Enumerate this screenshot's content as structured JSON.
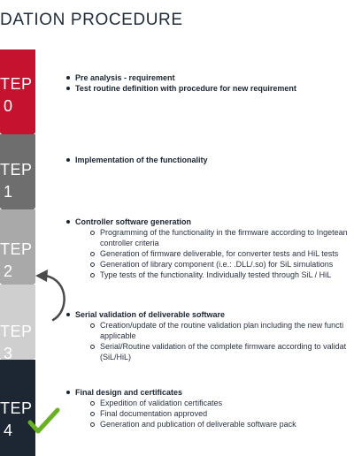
{
  "header": {
    "title": "DATION PROCEDURE"
  },
  "steps": [
    {
      "word": "TEP",
      "number": "0",
      "color": "#c4122f"
    },
    {
      "word": "TEP",
      "number": "1",
      "color": "#6e6e6e"
    },
    {
      "word": "TEP",
      "number": "2",
      "color": "#a9a9a9"
    },
    {
      "word": "TEP",
      "number": "3",
      "color": "#cfcfcf"
    },
    {
      "word": "TEP",
      "number": "4",
      "color": "#1d2633"
    }
  ],
  "blocks": [
    {
      "bullets": [
        {
          "text": "Pre analysis - requirement",
          "subs": []
        },
        {
          "text": "Test routine definition with procedure for new requirement",
          "subs": []
        }
      ]
    },
    {
      "bullets": [
        {
          "text": "Implementation of the functionality",
          "subs": []
        }
      ]
    },
    {
      "bullets": [
        {
          "text": "Controller software generation",
          "subs": [
            {
              "line1": "Programming of the functionality in the firmware according to Ingetean",
              "line2": "controller criteria"
            },
            {
              "line1": "Generation of firmware deliverable, for converter tests and HiL tests",
              "line2": ""
            },
            {
              "line1": "Generation of library component (i.e.: .DLL/.so) for SiL simulations",
              "line2": ""
            },
            {
              "line1": "Type tests of the functionality. Individually tested through SiL / HiL",
              "line2": ""
            }
          ]
        }
      ]
    },
    {
      "bullets": [
        {
          "text": "Serial validation of deliverable software",
          "subs": [
            {
              "line1": "Creation/update of the routine validation plan including the new functi",
              "line2": "applicable"
            },
            {
              "line1": "Serial/Routine validation of the complete firmware according to validat",
              "line2": "(SiL/HiL)"
            }
          ]
        }
      ]
    },
    {
      "bullets": [
        {
          "text": "Final design and certificates",
          "subs": [
            {
              "line1": "Expedition of validation certificates",
              "line2": ""
            },
            {
              "line1": "Final documentation approved",
              "line2": ""
            },
            {
              "line1": "Generation and publication of deliverable software pack",
              "line2": ""
            }
          ]
        }
      ]
    }
  ],
  "icons": {
    "loop_arrow": {
      "name": "loop-back-arrow-icon",
      "color": "#4a4a4a"
    },
    "check": {
      "name": "checkmark-icon",
      "color": "#6ab023"
    }
  }
}
